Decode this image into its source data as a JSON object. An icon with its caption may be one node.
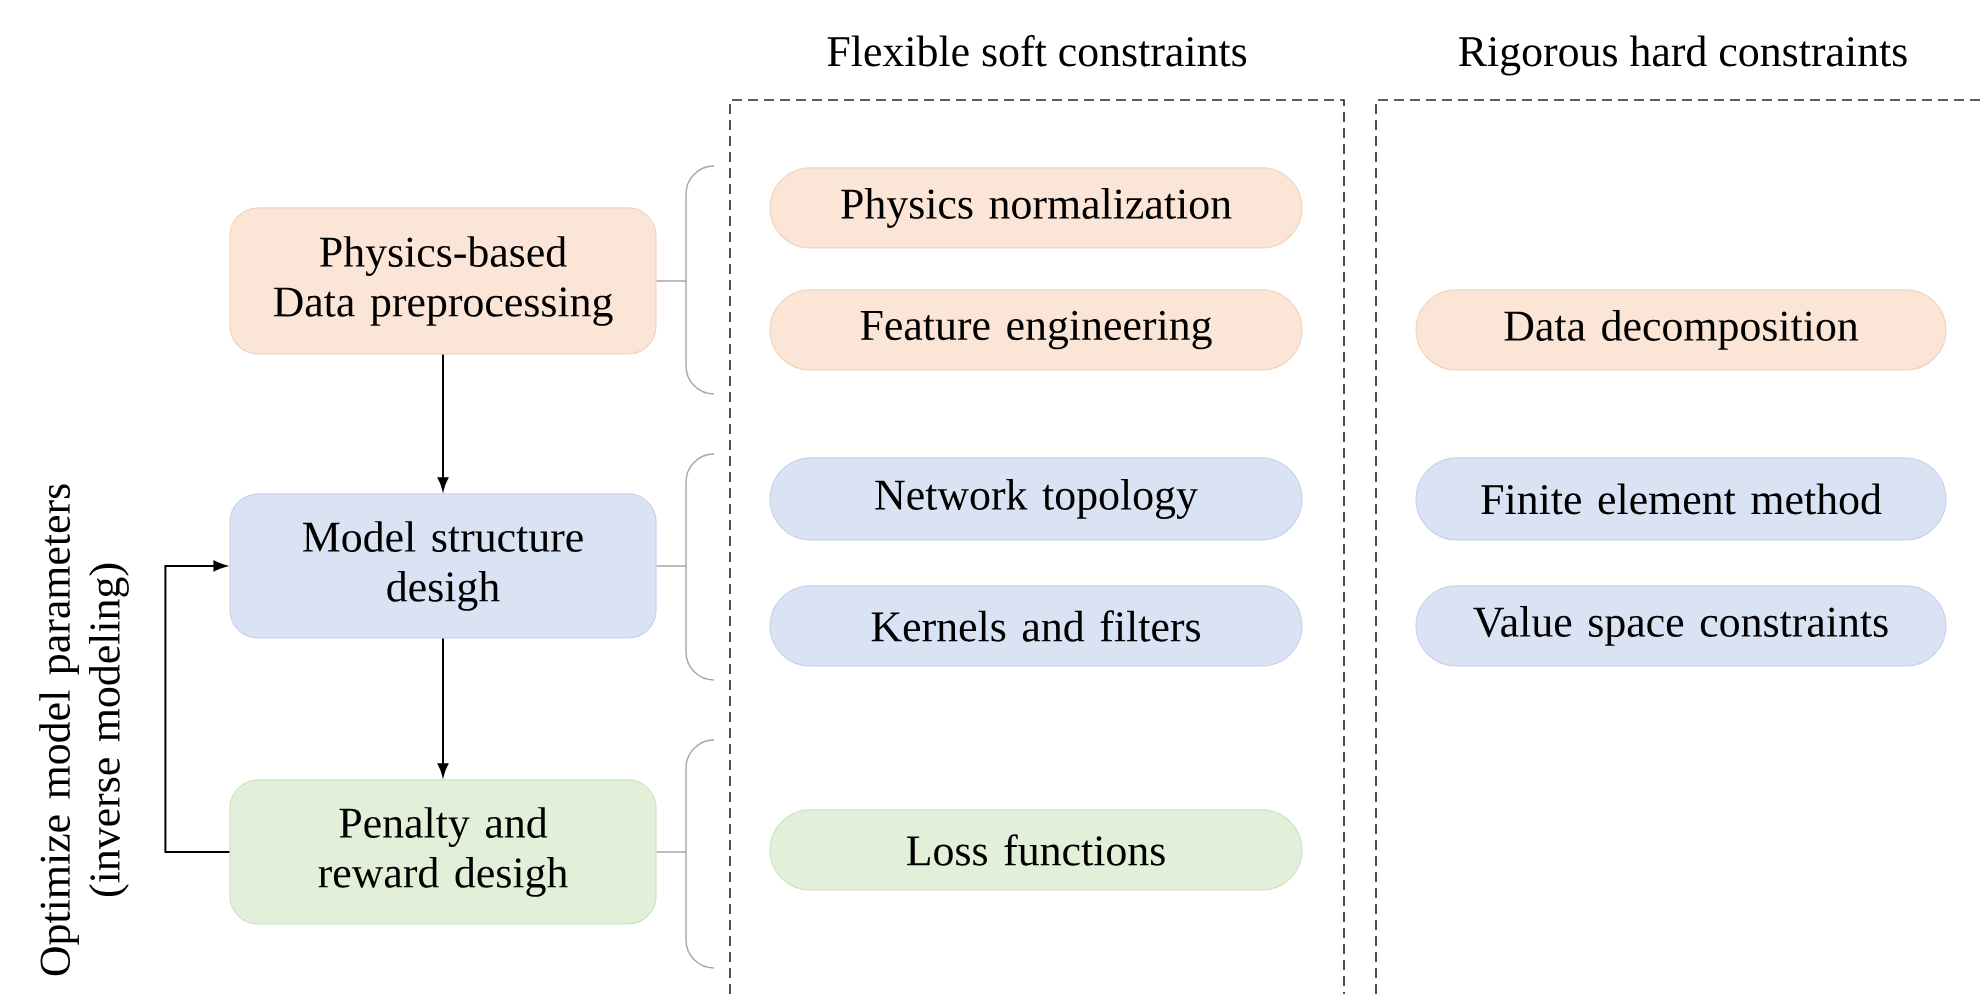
{
  "diagram": {
    "nodes": [
      {
        "text": [
          "Physics-based Data preprocessing"
        ]
      },
      {
        "text": [
          "Model structure desigh"
        ]
      },
      {
        "text": [
          "Penalty and reward desigh"
        ]
      },
      {
        "text": [
          "Flexible soft constraints"
        ]
      },
      {
        "text": [
          "Physics normalization"
        ],
        "in": 3
      },
      {
        "text": [
          "Feature engineering"
        ],
        "in": 3
      },
      {
        "text": [
          "Network topology"
        ],
        "in": 3
      },
      {
        "text": [
          "Kernels and filters"
        ],
        "in": 3
      },
      {
        "text": [
          "Loss functions"
        ],
        "in": 3
      },
      {
        "text": [
          "Rigorous hard constraints"
        ]
      },
      {
        "text": [
          "Data decomposition"
        ],
        "in": 9
      },
      {
        "text": [
          "Finite element method"
        ],
        "in": 9
      },
      {
        "text": [
          "Value space constraints"
        ],
        "in": 9
      }
    ],
    "edges": [
      {
        "from": 0,
        "to": 1,
        "arrow": "to"
      },
      {
        "from": 1,
        "to": 2,
        "arrow": "to"
      },
      {
        "from": 2,
        "to": 1,
        "arrow": "to",
        "label": "Optimize model parameters (inverse modeling)"
      }
    ]
  }
}
